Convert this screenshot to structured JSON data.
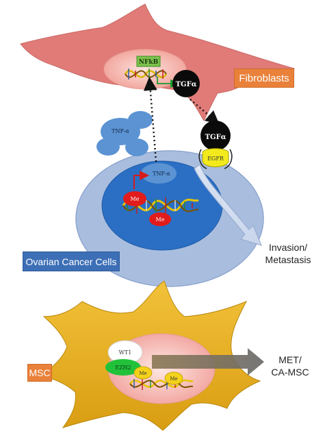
{
  "labels": {
    "fibroblasts": "Fibroblasts",
    "ovarian_cancer_cells": "Ovarian Cancer Cells",
    "msc": "MSC",
    "invasion": [
      "Invasion/",
      "Metastasis"
    ],
    "met": [
      "MET/",
      "CA-MSC"
    ]
  },
  "molecules": {
    "nfkb": "NFkB",
    "tgfa_inner": "TGFα",
    "tgfa_receptor": "TGFα",
    "egfr": "EGFR",
    "tnfa_cluster": "TNF-α",
    "tnfa_gene": "TNF-α",
    "me": "Me",
    "wt1": "WT1",
    "ezh2": "EZH2"
  },
  "colors": {
    "fibroblast": "#e07b78",
    "cancer_outer": "#a9bedf",
    "cancer_inner": "#2a6fc4",
    "msc": "#e8b21f",
    "label_orange": "#e9813a",
    "label_blue": "#3d6fb6",
    "methyl": "#e21b1b",
    "tnf_blue": "#5b93d3"
  }
}
